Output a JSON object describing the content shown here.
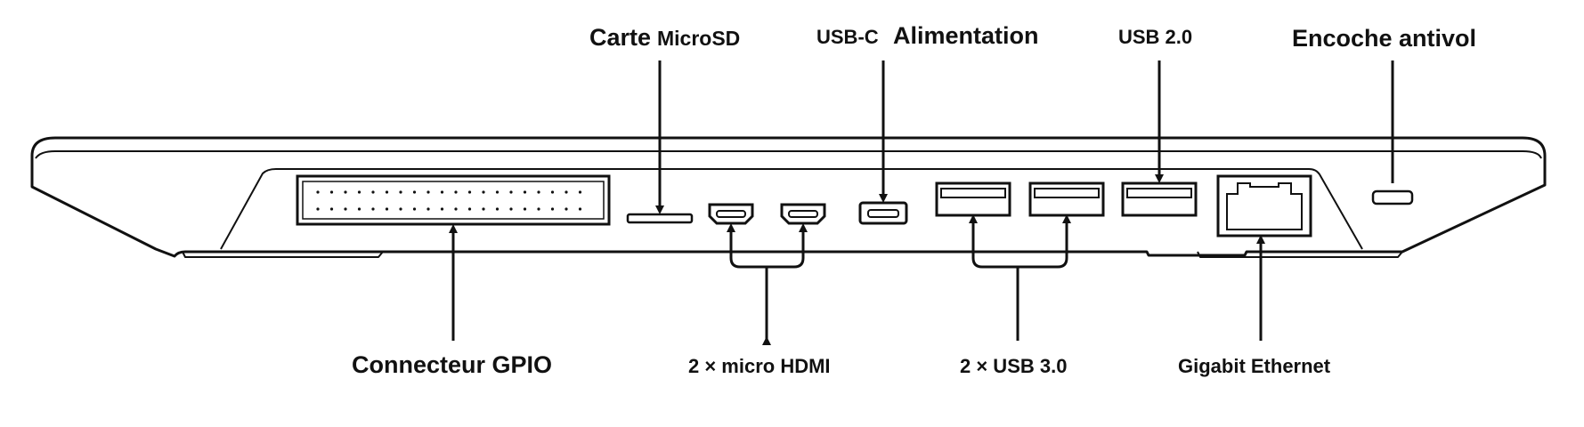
{
  "labels": {
    "microsd_carte": "Carte",
    "microsd_name": "MicroSD",
    "usbc_prefix": "USB-C",
    "usbc_power": "Alimentation",
    "usb2": "USB 2.0",
    "antivol": "Encoche antivol",
    "gpio": "Connecteur GPIO",
    "hdmi": "2 × micro HDMI",
    "usb3": "2 × USB 3.0",
    "ethernet": "Gigabit Ethernet"
  },
  "colors": {
    "line": "#111111",
    "body_fill": "#ffffff"
  }
}
